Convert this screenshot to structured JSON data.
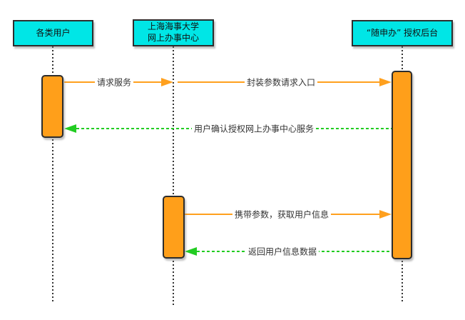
{
  "diagram": {
    "type": "uml-sequence",
    "actors": [
      {
        "id": "various-users",
        "lines": [
          "各类用户"
        ]
      },
      {
        "id": "smu-online-service-center",
        "lines": [
          "上海海事大学",
          "网上办事中心"
        ]
      },
      {
        "id": "suishenban-auth-backend",
        "lines": [
          "“随申办” 授权后台"
        ]
      }
    ],
    "messages": [
      {
        "label": "请求服务",
        "style": "solid",
        "from": "various-users",
        "to": "smu-online-service-center"
      },
      {
        "label": "封装参数请求入口",
        "style": "solid",
        "from": "smu-online-service-center",
        "to": "suishenban-auth-backend"
      },
      {
        "label": "用户确认授权网上办事中心服务",
        "style": "dashed",
        "from": "suishenban-auth-backend",
        "to": "various-users"
      },
      {
        "label": "携带参数，获取用户信息",
        "style": "solid",
        "from": "smu-online-service-center",
        "to": "suishenban-auth-backend"
      },
      {
        "label": "返回用户信息数据",
        "style": "dashed",
        "from": "suishenban-auth-backend",
        "to": "smu-online-service-center"
      }
    ],
    "colors": {
      "actor_fill": "#00E6E6",
      "activation_fill": "#FF9F1A",
      "request_arrow": "#FFA01E",
      "return_arrow": "#22CC22",
      "stroke": "#2D2D2D",
      "lifeline": "#333333",
      "label_text": "#333333",
      "background": "#FFFFFF"
    }
  }
}
